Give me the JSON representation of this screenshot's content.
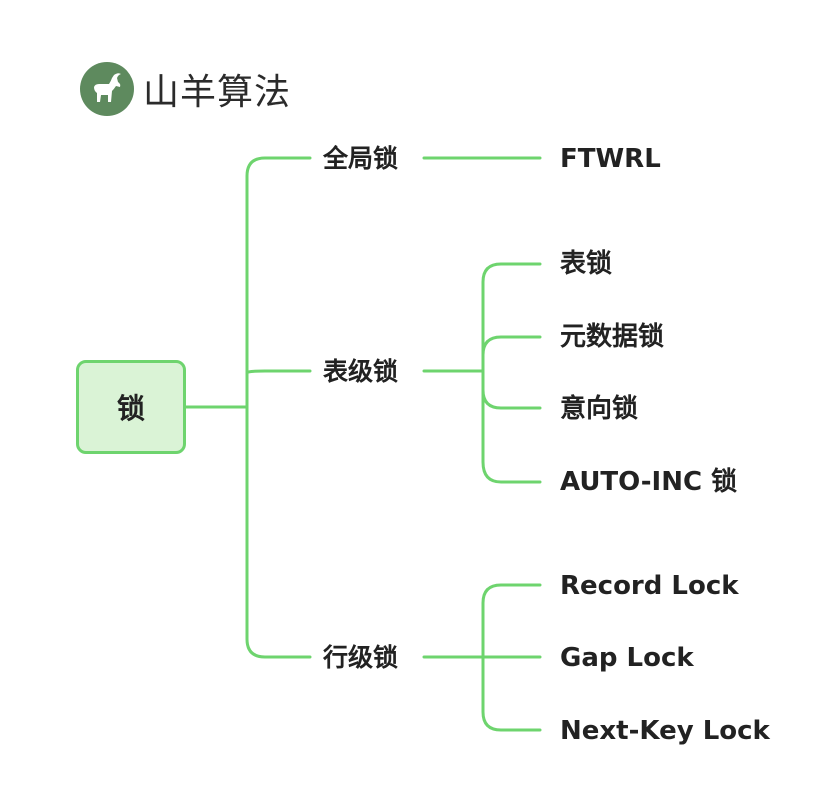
{
  "brand": {
    "logo_icon": "goat-icon",
    "name": "山羊算法",
    "logo_color": "#5e8a5e"
  },
  "tree": {
    "root": "锁",
    "branches": [
      {
        "label": "全局锁",
        "children": [
          "FTWRL"
        ]
      },
      {
        "label": "表级锁",
        "children": [
          "表锁",
          "元数据锁",
          "意向锁",
          "AUTO-INC 锁"
        ]
      },
      {
        "label": "行级锁",
        "children": [
          "Record Lock",
          "Gap Lock",
          "Next-Key Lock"
        ]
      }
    ]
  },
  "colors": {
    "line": "#6ed46e",
    "root_fill": "#daf3d6",
    "root_border": "#6ed46e",
    "text": "#222222"
  }
}
